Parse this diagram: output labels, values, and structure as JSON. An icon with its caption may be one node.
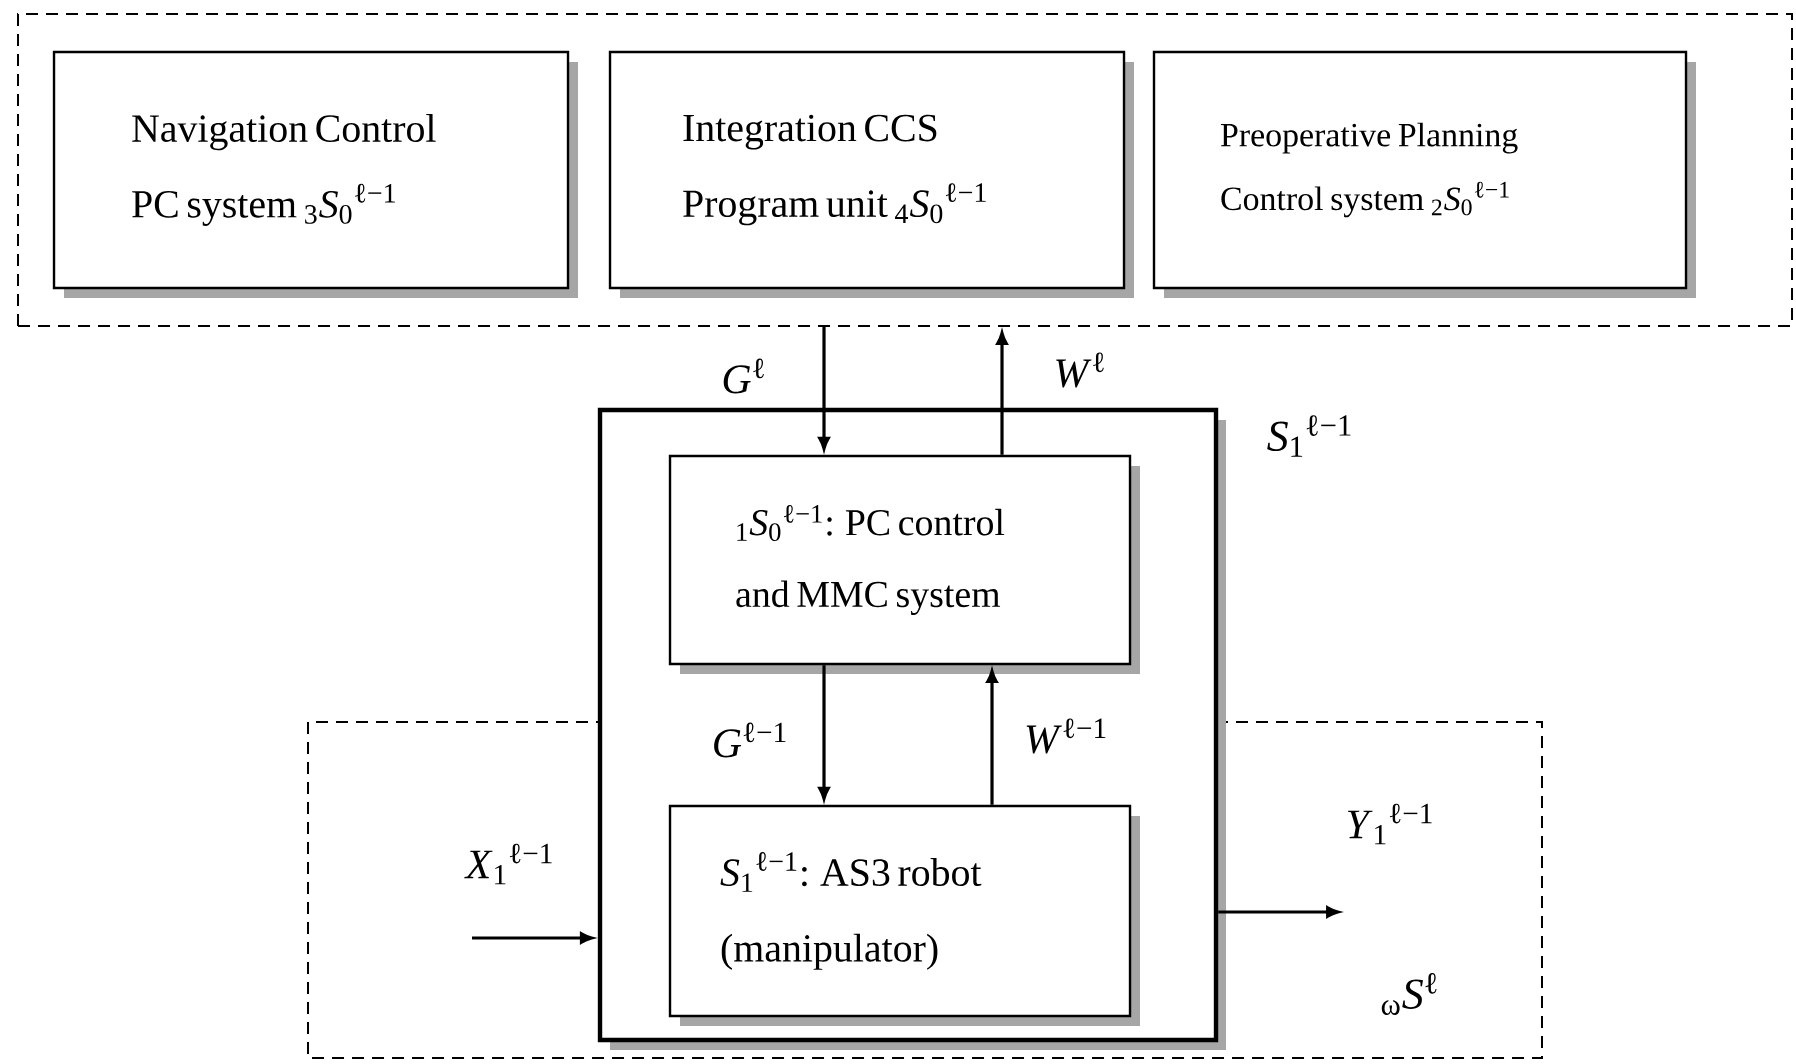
{
  "diagram": {
    "nodes": [
      {
        "text": [],
        "shape": "box"
      },
      {
        "text": [
          "Navigation Control PC system $_{3}$*S*$_{0}$$^{ℓ−1}$"
        ],
        "in": 0
      },
      {
        "text": [
          "Integration CCS Program unit $_{4}$*S*$_{0}$$^{ℓ−1}$"
        ],
        "in": 0
      },
      {
        "text": [
          "Preoperative Planning Control system $_{2}$*S*$_{0}$$^{ℓ−1}$"
        ],
        "in": 0
      },
      {
        "text": [],
        "shape": "box",
        "beside": [
          "*S*$_{1}$$^{ℓ−1}$"
        ]
      },
      {
        "text": [
          "$_{1}$*S*$_{0}$$^{ℓ−1}$: PC control and MMC system"
        ],
        "in": 4
      },
      {
        "text": [
          "*S*$_{1}$$^{ℓ−1}$: AS3 robot (manipulator)"
        ],
        "in": 4
      }
    ],
    "edges": [
      {
        "from": 0,
        "to": 5,
        "arrow": "to",
        "label": "*G*$^{ℓ}$"
      },
      {
        "from": 5,
        "to": 0,
        "arrow": "to",
        "label": "*W*$^{ℓ}$"
      },
      {
        "from": 5,
        "to": 6,
        "arrow": "to",
        "label": "*G*$^{ℓ−1}$"
      },
      {
        "from": 6,
        "to": 5,
        "arrow": "to",
        "label": "*W*$^{ℓ−1}$"
      },
      {
        "from": null,
        "to": 4,
        "arrow": "to",
        "label": "*X*$_{1}$$^{ℓ−1}$"
      },
      {
        "from": 4,
        "to": null,
        "arrow": "to",
        "label": "*Y*$_{1}$$^{ℓ−1}$"
      }
    ],
    "labels": [
      "$_{ω}$*S*$^{ℓ}$"
    ]
  }
}
